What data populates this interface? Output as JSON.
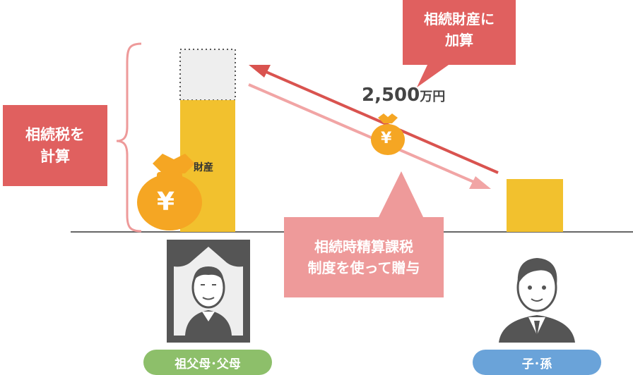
{
  "labels": {
    "inheritance_tax_calc": "相続税を\n計算",
    "add_to_estate": "相続財産に\n加算",
    "amount_number": "2,500",
    "amount_unit": "万円",
    "estate": "財産",
    "yen_symbol": "¥",
    "system_gift": "相続時精算課税\n制度を使って贈与",
    "grandparents_parents": "祖父母･父母",
    "children_grandchildren": "子･孫"
  },
  "colors": {
    "callout_red": "#e0605f",
    "callout_pink": "#ee9a9a",
    "bar_yellow": "#f2c12e",
    "bag_orange": "#f5a623",
    "pill_green": "#8dbf6a",
    "pill_blue": "#6aa3d9",
    "arrow_red": "#d9534f",
    "arrow_pink": "#f1a5a5"
  },
  "icons": [
    "money-bag-icon",
    "yen-coin-bag-icon",
    "elder-portrait-icon",
    "young-man-icon",
    "curly-brace-icon"
  ]
}
